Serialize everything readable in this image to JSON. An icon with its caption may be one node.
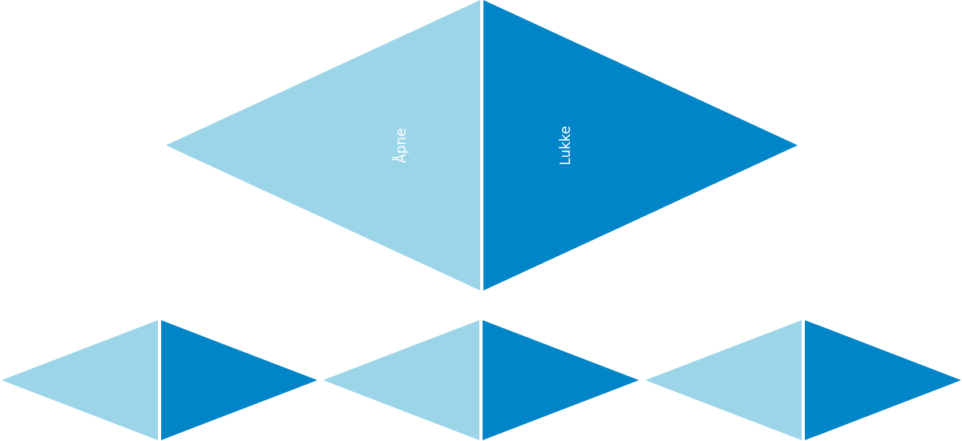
{
  "diagram": {
    "nodes": [
      {
        "text": [
          "Åpne"
        ]
      },
      {
        "text": [
          "Lukke"
        ]
      },
      {
        "text": [],
        "shape": "triangle"
      },
      {
        "text": [],
        "shape": "triangle"
      },
      {
        "text": [],
        "shape": "triangle"
      },
      {
        "text": [],
        "shape": "triangle"
      },
      {
        "text": [],
        "shape": "triangle"
      },
      {
        "text": [],
        "shape": "triangle"
      }
    ],
    "edges": []
  }
}
